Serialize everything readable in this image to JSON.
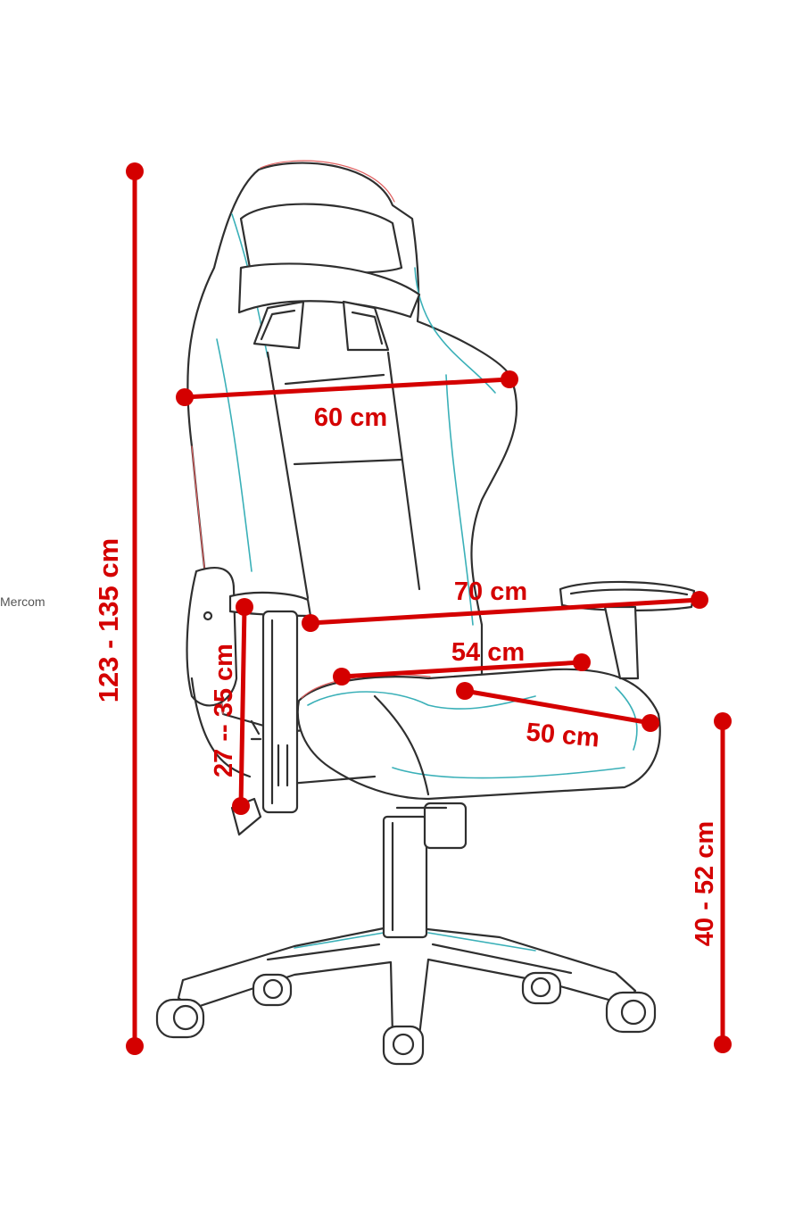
{
  "watermark": "Mercom",
  "colors": {
    "dimension": "#d40000",
    "outline": "#2f2f2f",
    "accent": "#3ab0b8"
  },
  "dimensions": {
    "total_height": "123 - 135 cm",
    "backrest_width": "60 cm",
    "armrest_span": "70 cm",
    "seat_width": "54 cm",
    "seat_depth": "50 cm",
    "armrest_height": "27 -- 35 cm",
    "seat_height": "40 - 52 cm"
  }
}
